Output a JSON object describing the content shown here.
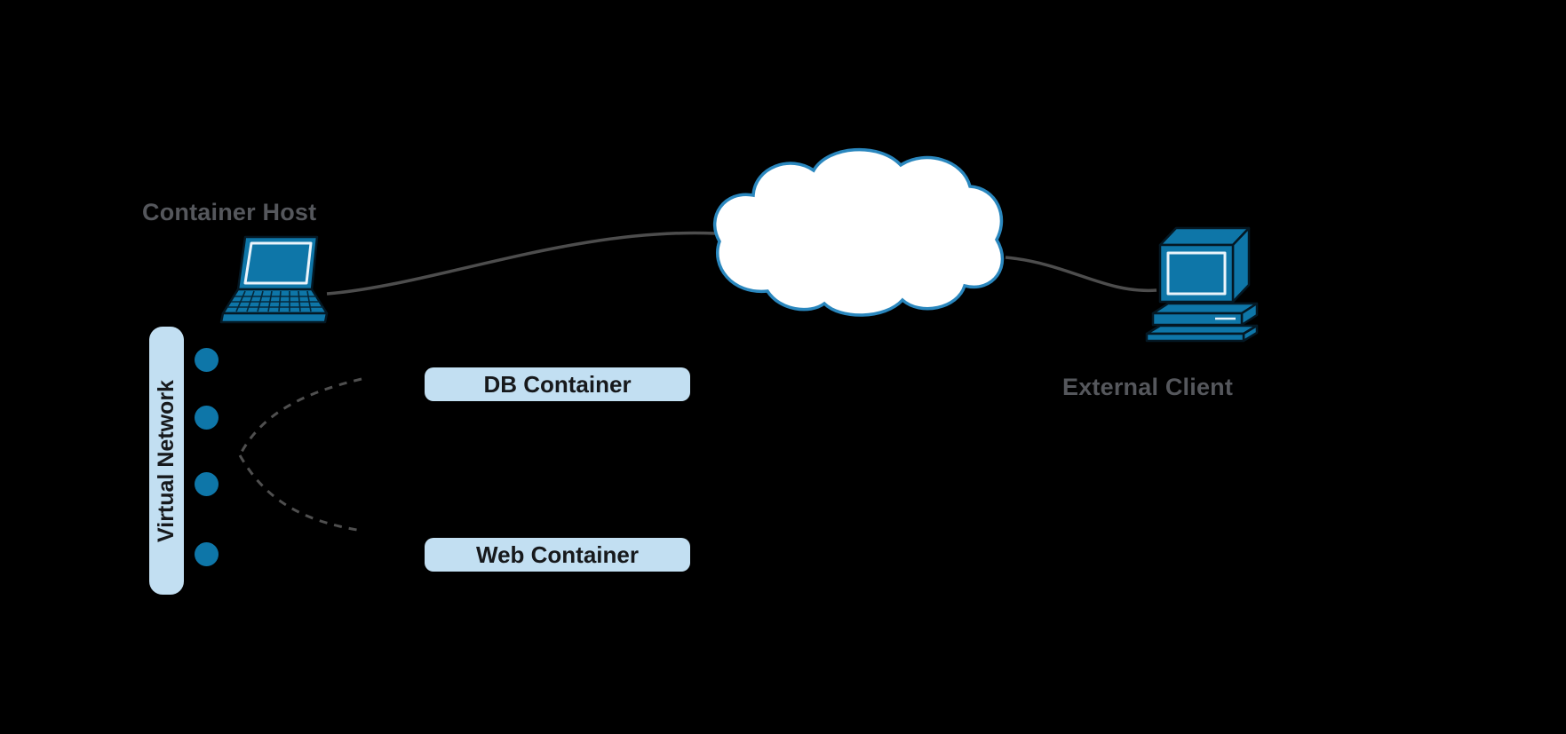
{
  "labels": {
    "container_host": "Container Host",
    "external_client": "External Client",
    "virtual_network": "Virtual Network",
    "db_container": "DB Container",
    "web_container": "Web Container"
  },
  "colors": {
    "background": "#000000",
    "icon_blue": "#0e76a8",
    "pill_light_blue": "#c2dff2",
    "label_gray": "#55575c",
    "pill_text": "#17191c",
    "line_gray": "#4d4d4d",
    "cloud_fill": "#ffffff",
    "cloud_stroke": "#2a87be"
  }
}
